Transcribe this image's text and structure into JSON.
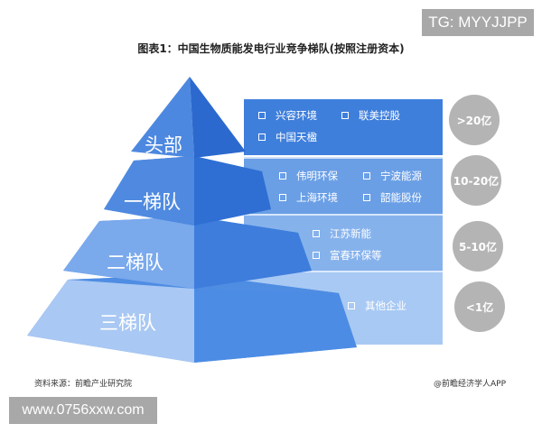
{
  "watermarks": {
    "top_right": "TG: MYYJJPP",
    "bottom_left": "www.0756xxw.com"
  },
  "title": "图表1：中国生物质能发电行业竞争梯队(按照注册资本)",
  "colors": {
    "tier_head": "#3a78d8",
    "tier_1": "#4b88e0",
    "tier_2": "#6a9fe6",
    "tier_3": "#9cc1f0",
    "badge": "#b4b4b4"
  },
  "tiers": [
    {
      "label": "头部",
      "capital": ">20亿",
      "companies": [
        "兴容环境",
        "联美控股",
        "中国天楹"
      ]
    },
    {
      "label": "一梯队",
      "capital": "10-20亿",
      "companies": [
        "伟明环保",
        "宁波能源",
        "上海环境",
        "韶能股份"
      ]
    },
    {
      "label": "二梯队",
      "capital": "5-10亿",
      "companies": [
        "江苏新能",
        "富春环保等"
      ]
    },
    {
      "label": "三梯队",
      "capital": "<1亿",
      "companies": [
        "其他企业"
      ]
    }
  ],
  "footer": {
    "source": "资料来源：前瞻产业研究院",
    "credit": "@前瞻经济学人APP"
  }
}
